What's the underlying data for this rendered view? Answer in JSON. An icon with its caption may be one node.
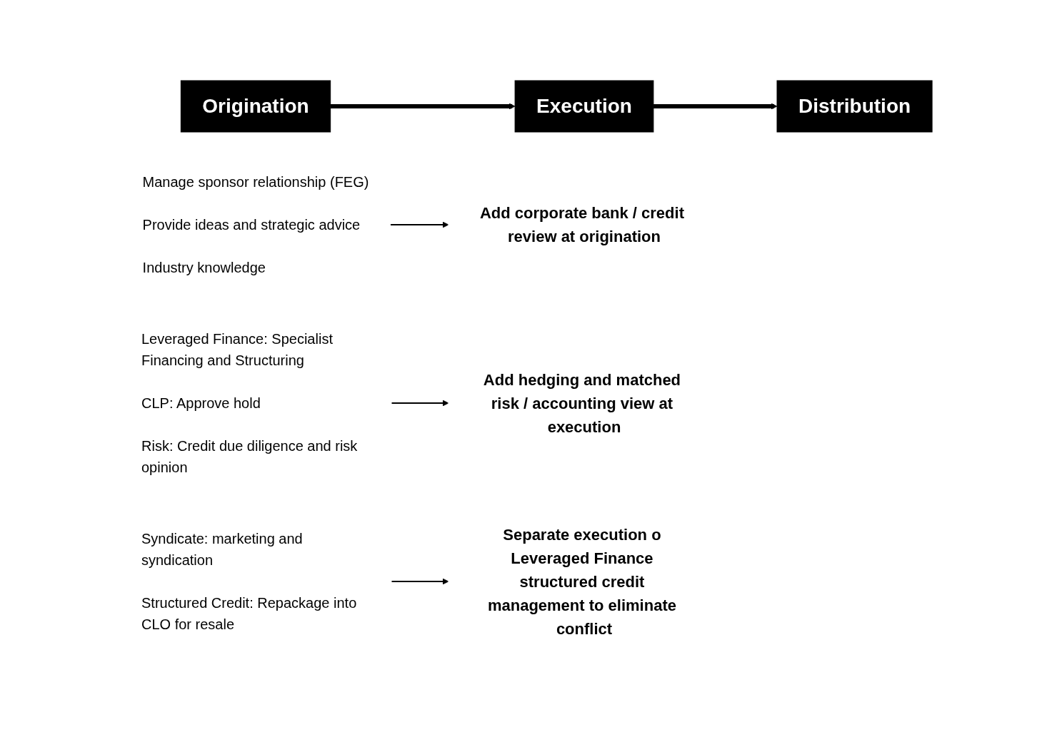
{
  "diagram": {
    "nodes": [
      {
        "text": [
          "Origination"
        ]
      },
      {
        "text": [
          "Execution"
        ]
      },
      {
        "text": [
          "Distribution"
        ]
      },
      {
        "text": [
          "Manage sponsor relationship (FEG)",
          "Provide ideas and strategic advice",
          "Industry knowledge"
        ]
      },
      {
        "text": [
          "Leveraged Finance: Specialist Financing and Structuring",
          "CLP: Approve hold",
          "Risk: Credit due diligence and risk opinion"
        ]
      },
      {
        "text": [
          "Syndicate: marketing and syndication",
          "Structured Credit: Repackage into CLO for resale"
        ]
      },
      {
        "text": [
          "Add corporate bank / credit review at origination"
        ]
      },
      {
        "text": [
          "Add hedging and matched risk / accounting view at execution"
        ]
      },
      {
        "text": [
          "Separate execution o Leveraged Finance structured credit management to eliminate conflict"
        ]
      }
    ],
    "edges": [
      {
        "from": 0,
        "to": 1,
        "arrow": "to",
        "style": "thick"
      },
      {
        "from": 1,
        "to": 2,
        "arrow": "to",
        "style": "thick"
      },
      {
        "from": 3,
        "to": 6,
        "arrow": "to"
      },
      {
        "from": 4,
        "to": 7,
        "arrow": "to"
      },
      {
        "from": 5,
        "to": 8,
        "arrow": "to"
      }
    ]
  }
}
